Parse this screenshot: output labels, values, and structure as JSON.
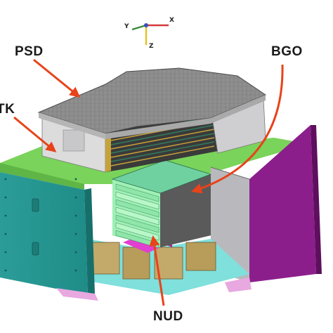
{
  "labels": {
    "psd": "PSD",
    "tk": "TK",
    "bgo": "BGO",
    "nud": "NUD"
  },
  "axes": {
    "x": "X",
    "y": "Y",
    "z": "Z"
  },
  "colors": {
    "arrow": "#e8431a",
    "teal_panel": "#2a9c97",
    "purple_panel": "#8c1e8c",
    "green_deck": "#7ad35a",
    "psd_top": "#8f8f8f",
    "frame_gray": "#c9c9cb",
    "bgo_crystal": "#9ef0b5",
    "nud_magenta": "#e23fd0",
    "base_tan": "#c4aa6a"
  }
}
